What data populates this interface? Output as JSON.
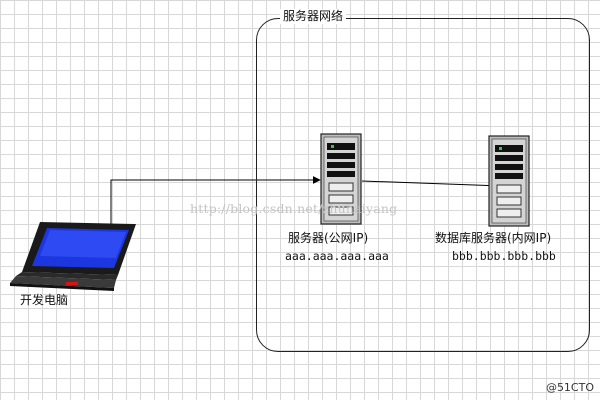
{
  "diagram": {
    "group": {
      "label": "服务器网络"
    },
    "client": {
      "label": "开发电脑"
    },
    "public_server": {
      "label": "服务器(公网IP)",
      "address": "aaa.aaa.aaa.aaa"
    },
    "db_server": {
      "label": "数据库服务器(内网IP)",
      "address": "bbb.bbb.bbb.bbb"
    },
    "connections": [
      {
        "from": "开发电脑",
        "to": "服务器(公网IP)"
      },
      {
        "from": "服务器(公网IP)",
        "to": "数据库服务器(内网IP)"
      }
    ]
  },
  "watermark": "http://blog.csdn.net/zhuhaiyang",
  "credit": "@51CTO"
}
